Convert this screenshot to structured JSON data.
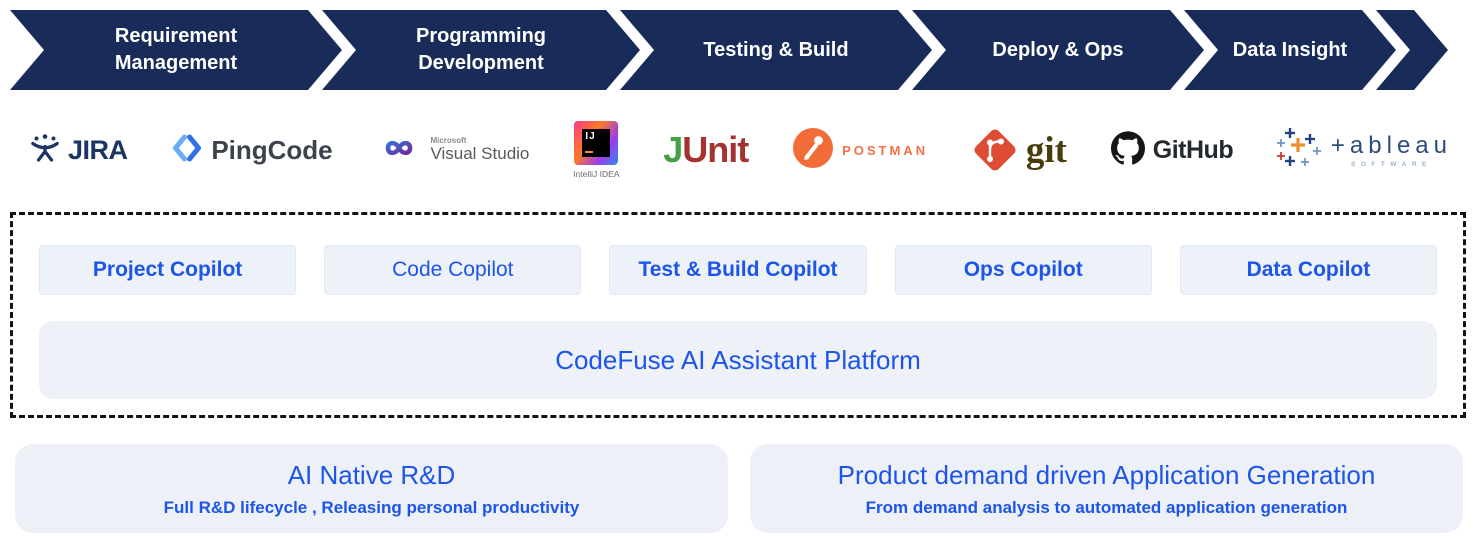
{
  "pipeline": {
    "stages": [
      {
        "label": "Requirement Management"
      },
      {
        "label": "Programming Development"
      },
      {
        "label": "Testing & Build"
      },
      {
        "label": "Deploy & Ops"
      },
      {
        "label": "Data Insight"
      }
    ]
  },
  "tools": {
    "jira": {
      "name": "JIRA"
    },
    "pingcode": {
      "name": "PingCode"
    },
    "visualstudio": {
      "brand": "Microsoft",
      "name": "Visual Studio"
    },
    "intellij": {
      "badge": "IJ",
      "caption": "IntelliJ IDEA"
    },
    "junit": {
      "j": "J",
      "unit": "Unit"
    },
    "postman": {
      "name": "POSTMAN"
    },
    "git": {
      "name": "git"
    },
    "github": {
      "name": "GitHub"
    },
    "tableau": {
      "name": "+ableau",
      "sub": "SOFTWARE"
    }
  },
  "copilots": [
    {
      "label": "Project Copilot"
    },
    {
      "label": "Code Copilot"
    },
    {
      "label": "Test & Build Copilot"
    },
    {
      "label": "Ops Copilot"
    },
    {
      "label": "Data Copilot"
    }
  ],
  "platform": {
    "label": "CodeFuse AI Assistant Platform"
  },
  "benefits": [
    {
      "title": "AI Native R&D",
      "subtitle": "Full R&D lifecycle , Releasing personal productivity"
    },
    {
      "title": "Product demand driven Application Generation",
      "subtitle": "From demand analysis to automated application generation"
    }
  ],
  "colors": {
    "navy": "#182b59",
    "accent_blue": "#1d55e8",
    "panel_bg": "#eef1f8"
  }
}
